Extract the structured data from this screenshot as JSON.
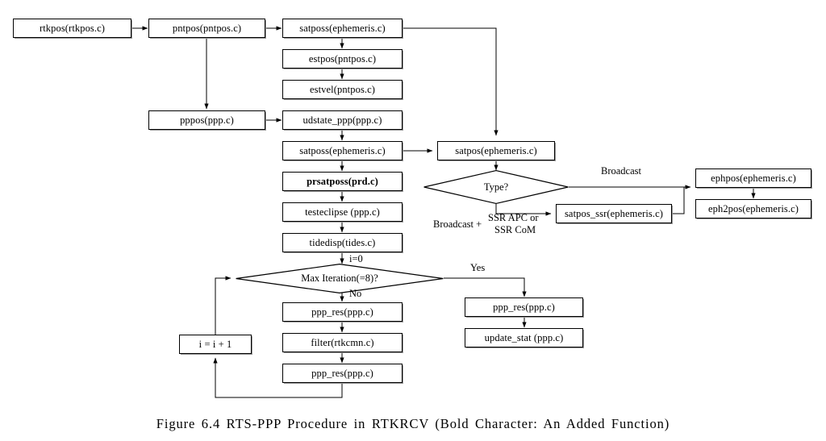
{
  "figure": {
    "caption": "Figure 6.4 RTS-PPP Procedure in RTKRCV (Bold Character: An Added Function)",
    "line_color": "#000000",
    "box_fill": "#ffffff",
    "shadow_color": "#9a9a9a"
  },
  "nodes": {
    "rtkpos": "rtkpos(rtkpos.c)",
    "pntpos": "pntpos(pntpos.c)",
    "satposs_top": "satposs(ephemeris.c)",
    "estpos": "estpos(pntpos.c)",
    "estvel": "estvel(pntpos.c)",
    "pppos": "pppos(ppp.c)",
    "udstate_ppp": "udstate_ppp(ppp.c)",
    "satposs_mid": "satposs(ephemeris.c)",
    "prsatposs": "prsatposs(prd.c)",
    "testeclipse": "testeclipse (ppp.c)",
    "tidedisp": "tidedisp(tides.c)",
    "satpos": "satpos(ephemeris.c)",
    "satpos_ssr": "satpos_ssr(ephemeris.c)",
    "ephpos": "ephpos(ephemeris.c)",
    "eph2pos": "eph2pos(ephemeris.c)",
    "ppp_res_1": "ppp_res(ppp.c)",
    "filter": "filter(rtkcmn.c)",
    "ppp_res_2": "ppp_res(ppp.c)",
    "i_increment": "i = i + 1",
    "ppp_res_right": "ppp_res(ppp.c)",
    "update_stat": "update_stat (ppp.c)"
  },
  "decisions": {
    "type": "Type?",
    "max_iteration": "Max Iteration(=8)?"
  },
  "edge_labels": {
    "broadcast": "Broadcast",
    "broadcast_plus": "Broadcast +",
    "ssr_apc": "SSR APC or",
    "ssr_com": "SSR CoM",
    "i_zero": "i=0",
    "yes": "Yes",
    "no": "No"
  }
}
